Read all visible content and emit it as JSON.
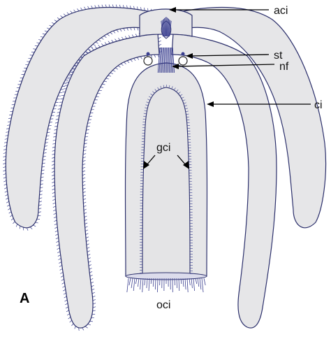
{
  "figure": {
    "panel_label": "A",
    "labels": {
      "apical_cilia": "aci",
      "statocyst": "st",
      "nerve_fibres": "nf",
      "cilia": "ci",
      "gastric_cilia": "gci",
      "oral_cilia": "oci"
    }
  },
  "colors": {
    "body": "#e6e6e8",
    "outline": "#2b2f6b",
    "cilia": "#3a3f8f",
    "text": "#111111"
  }
}
